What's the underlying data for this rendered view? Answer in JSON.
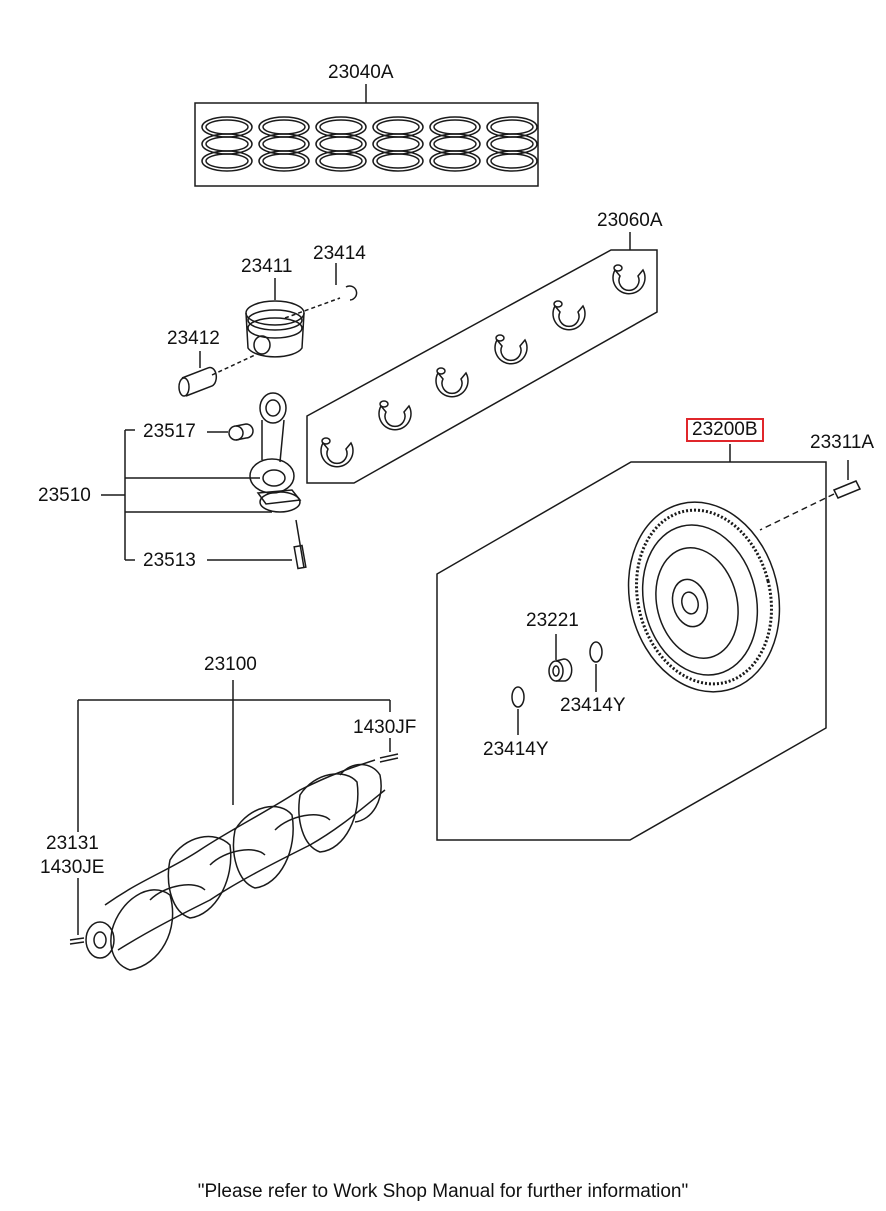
{
  "labels": {
    "piston_ring_set": "23040A",
    "bearing_set": "23060A",
    "piston": "23411",
    "snap_ring": "23414",
    "piston_pin": "23412",
    "rod_bushing": "23517",
    "connecting_rod_assy": "23510",
    "rod_bolt": "23513",
    "flywheel_assy": "23200B",
    "flywheel_bolt": "23311A",
    "pilot_bearing": "23221",
    "snap_ring_right": "23414Y",
    "snap_ring_left": "23414Y",
    "crankshaft": "23100",
    "crank_pin_top": "1430JF",
    "crank_key": "23131",
    "crank_pin_bottom": "1430JE"
  },
  "highlight_color": "#e0262b",
  "footer": "\"Please refer to Work Shop Manual for further information\""
}
